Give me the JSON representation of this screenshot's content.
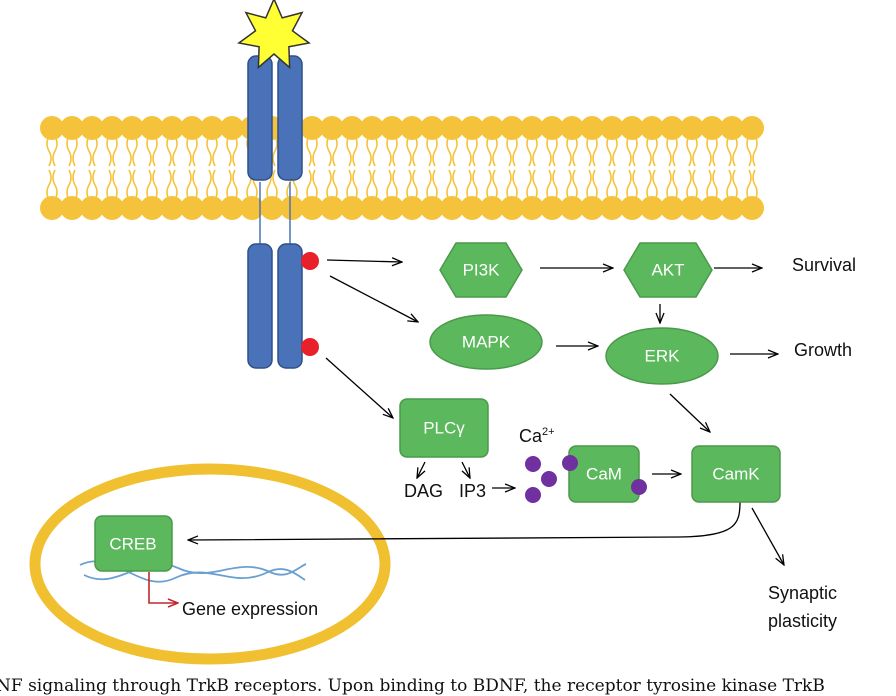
{
  "colors": {
    "node_green": "#5cb85c",
    "node_border": "#4a9a4a",
    "receptor_blue": "#4a72b8",
    "receptor_border": "#2f4f8a",
    "lipid_yellow": "#f5c33b",
    "phosphate_red": "#e8202a",
    "calcium_purple": "#7030a0",
    "star_yellow": "#ffff33",
    "nucleus_gold": "#f0c030",
    "dna_blue": "#6aa0d0",
    "gene_arrow_red": "#c0282c"
  },
  "nodes": {
    "pi3k": "PI3K",
    "akt": "AKT",
    "mapk": "MAPK",
    "erk": "ERK",
    "plc": "PLCγ",
    "cam": "CaM",
    "camk": "CamK",
    "creb": "CREB"
  },
  "outputs": {
    "survival": "Survival",
    "growth": "Growth",
    "synaptic_line1": "Synaptic",
    "synaptic_line2": "plasticity",
    "gene_expression": "Gene expression"
  },
  "messengers": {
    "dag": "DAG",
    "ip3": "IP3",
    "calcium": "Ca",
    "calcium_charge": "2+"
  },
  "caption": "NF signaling through TrkB receptors. Upon binding to BDNF, the receptor tyrosine kinase TrkB"
}
